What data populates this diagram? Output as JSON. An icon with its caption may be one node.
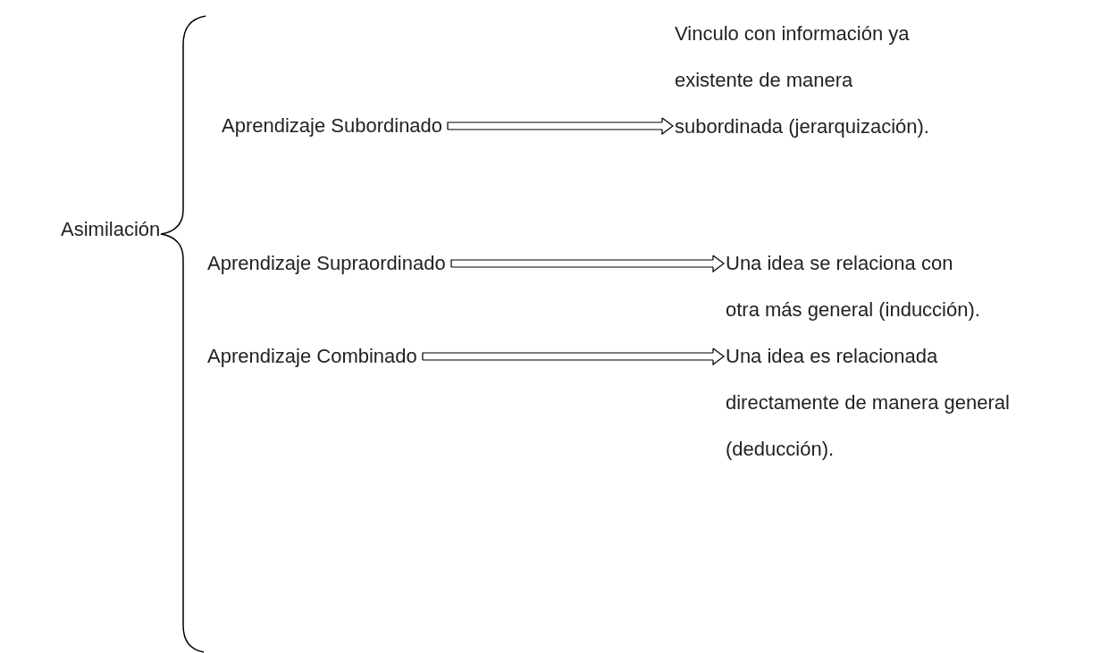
{
  "diagram": {
    "nodes": [
      {
        "text": [
          "Asimilación"
        ]
      },
      {
        "text": [
          "Aprendizaje Subordinado"
        ]
      },
      {
        "text": [
          "Vinculo con información ya existente de manera subordinada (jerarquización)."
        ]
      },
      {
        "text": [
          "Aprendizaje Supraordinado"
        ]
      },
      {
        "text": [
          "Una idea se relaciona con otra más general (inducción)."
        ]
      },
      {
        "text": [
          "Aprendizaje Combinado"
        ]
      },
      {
        "text": [
          "Una idea es relacionada directamente de manera general (deducción)."
        ]
      }
    ],
    "edges": [
      {
        "from": 1,
        "to": 2,
        "arrow": "to"
      },
      {
        "from": 3,
        "to": 4,
        "arrow": "to"
      },
      {
        "from": 5,
        "to": 6,
        "arrow": "to"
      }
    ]
  }
}
